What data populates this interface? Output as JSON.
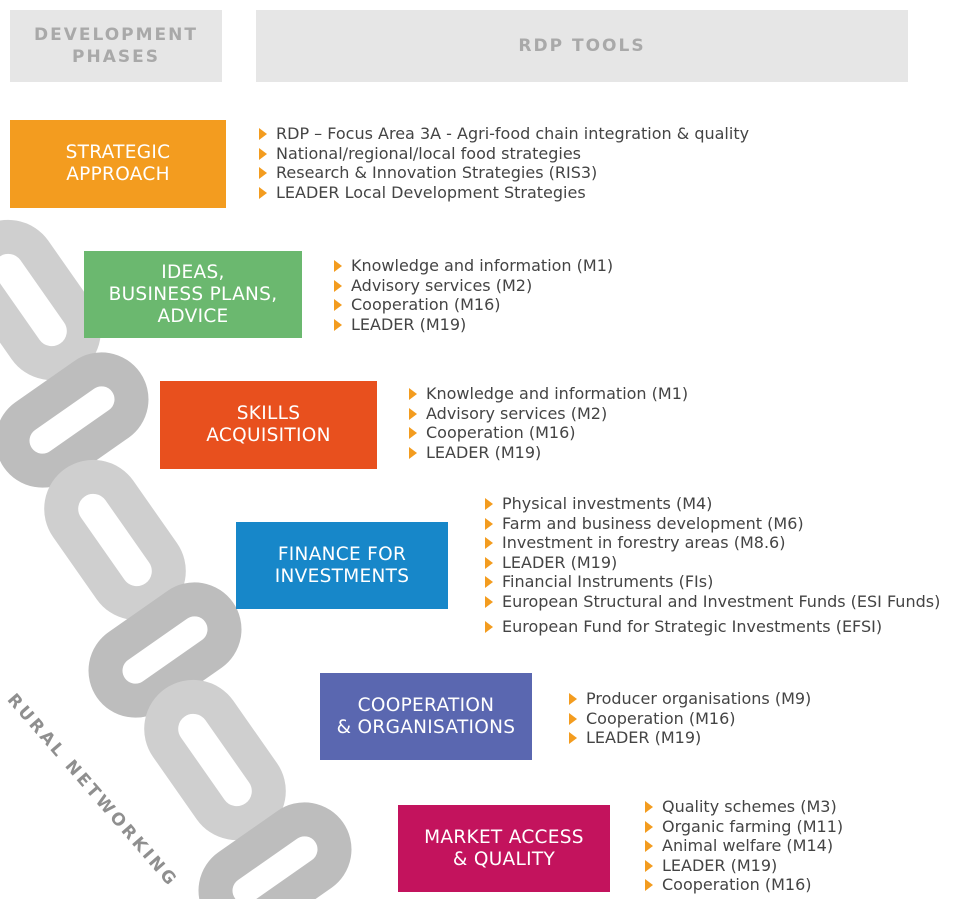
{
  "headers": {
    "phases_line1": "DEVELOPMENT",
    "phases_line2": "PHASES",
    "tools": "RDP TOOLS"
  },
  "side_label": "RURAL NETWORKING",
  "colors": {
    "arrow": "#f39c1f",
    "chain": "#cfcfcf",
    "header_bg": "#e6e6e6",
    "header_text": "#a9a9a9"
  },
  "phases": [
    {
      "lines": [
        "STRATEGIC",
        "APPROACH"
      ],
      "color": "#f39c1f",
      "tools": [
        "RDP – Focus Area 3A - Agri-food chain integration & quality",
        "National/regional/local food strategies",
        "Research & Innovation Strategies (RIS3)",
        "LEADER Local Development Strategies"
      ]
    },
    {
      "lines": [
        "IDEAS,",
        "BUSINESS PLANS,",
        "ADVICE"
      ],
      "color": "#6bb86f",
      "tools": [
        "Knowledge and information (M1)",
        "Advisory services (M2)",
        "Cooperation (M16)",
        "LEADER (M19)"
      ]
    },
    {
      "lines": [
        "SKILLS",
        "ACQUISITION"
      ],
      "color": "#e8501e",
      "tools": [
        "Knowledge and information (M1)",
        "Advisory services (M2)",
        "Cooperation (M16)",
        "LEADER (M19)"
      ]
    },
    {
      "lines": [
        "FINANCE FOR",
        "INVESTMENTS"
      ],
      "color": "#1787c9",
      "tools": [
        "Physical investments (M4)",
        "Farm and business development (M6)",
        "Investment in forestry areas (M8.6)",
        "LEADER (M19)",
        "Financial Instruments (FIs)",
        "European Structural and Investment Funds (ESI Funds)",
        "European Fund for Strategic Investments (EFSI)"
      ]
    },
    {
      "lines": [
        "COOPERATION",
        "& ORGANISATIONS"
      ],
      "color": "#5a67b0",
      "tools": [
        "Producer organisations (M9)",
        "Cooperation (M16)",
        "LEADER (M19)"
      ]
    },
    {
      "lines": [
        "MARKET ACCESS",
        "& QUALITY"
      ],
      "color": "#c3135d",
      "tools": [
        "Quality schemes (M3)",
        "Organic farming (M11)",
        "Animal welfare (M14)",
        "LEADER (M19)",
        "Cooperation (M16)"
      ]
    }
  ]
}
